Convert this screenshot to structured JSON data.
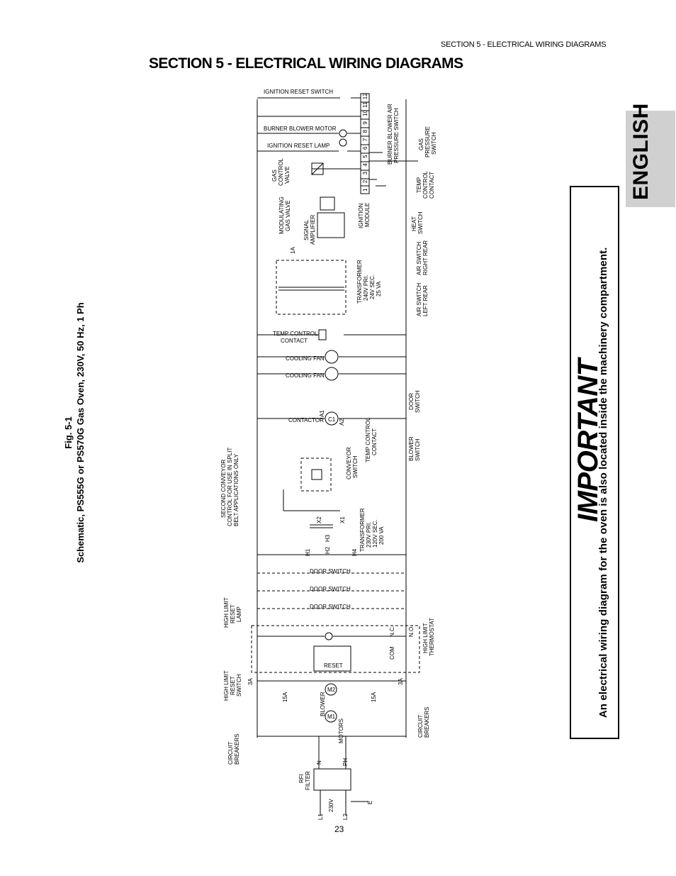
{
  "header": {
    "running_head": "SECTION 5 - ELECTRICAL WIRING DIAGRAMS",
    "title": "SECTION 5 - ELECTRICAL WIRING DIAGRAMS"
  },
  "figure": {
    "number": "Fig. 5-1",
    "caption": "Schematic, PS555G or PS570G Gas Oven, 230V, 50 Hz, 1 Ph"
  },
  "sidebar": {
    "tab_label": "ENGLISH",
    "important_title": "IMPORTANT",
    "important_text": "An electrical wiring diagram for the oven is also located inside the machinery compartment."
  },
  "diagram": {
    "labels": {
      "ignition_reset_switch": "IGNITION RESET SWITCH",
      "burner_blower_motor": "BURNER BLOWER MOTOR",
      "ignition_reset_lamp": "IGNITION RESET LAMP",
      "gas_control_valve_1": "GAS",
      "gas_control_valve_2": "CONTROL",
      "gas_control_valve_3": "VALVE",
      "modulating_gas_valve_1": "MODULATING",
      "modulating_gas_valve_2": "GAS VALVE",
      "signal_amplifier_1": "SIGNAL",
      "signal_amplifier_2": "AMPLIFIER",
      "ignition_module_1": "IGNITION",
      "ignition_module_2": "MODULE",
      "burner_air_switch_1": "BURNER BLOWER AIR",
      "burner_air_switch_2": "PRESSURE SWITCH",
      "gas_pressure_switch_1": "GAS",
      "gas_pressure_switch_2": "PRESSURE",
      "gas_pressure_switch_3": "SWITCH",
      "temp_control_contact_a_1": "TEMP",
      "temp_control_contact_a_2": "CONTROL",
      "temp_control_contact_a_3": "CONTACT",
      "heat_switch_1": "HEAT",
      "heat_switch_2": "SWITCH",
      "air_switch_right_1": "AIR SWITCH",
      "air_switch_right_2": "RIGHT REAR",
      "air_switch_left_1": "AIR SWITCH",
      "air_switch_left_2": "LEFT REAR",
      "transformer_24_1": "TRANSFORMER",
      "transformer_24_2": "240V PRI.",
      "transformer_24_3": "24V SEC.",
      "transformer_24_4": "25 VA",
      "temp_control_contact_b_1": "TEMP CONTROL",
      "temp_control_contact_b_2": "CONTACT",
      "cooling_fan_1": "COOLING FAN",
      "cooling_fan_2": "COOLING FAN",
      "door_switch_1": "DOOR",
      "door_switch_2": "SWITCH",
      "contactor": "CONTACTOR",
      "blower_switch_1": "BLOWER",
      "blower_switch_2": "SWITCH",
      "temp_control_contact_c_1": "TEMP CONTROL",
      "temp_control_contact_c_2": "CONTACT",
      "conveyor_switch_1": "CONVEYOR",
      "conveyor_switch_2": "SWITCH",
      "second_conveyor_1": "SECOND CONVEYOR",
      "second_conveyor_2": "CONTROL FOR USE IN SPLIT",
      "second_conveyor_3": "BELT APPLICATIONS ONLY",
      "transformer_120_1": "TRANSFORMER",
      "transformer_120_2": "230V PRI.",
      "transformer_120_3": "120V SEC.",
      "transformer_120_4": "200 VA",
      "door_switch_row_1": "DOOR SWITCH",
      "door_switch_row_2": "DOOR SWITCH",
      "door_switch_row_3": "DOOR SWITCH",
      "high_limit_lamp_1": "HIGH LIMIT",
      "high_limit_lamp_2": "RESET",
      "high_limit_lamp_3": "LAMP",
      "high_limit_thermostat_1": "HIGH LIMIT",
      "high_limit_thermostat_2": "THERMOSTAT",
      "reset": "RESET",
      "high_limit_reset_switch_1": "HIGH LIMIT",
      "high_limit_reset_switch_2": "RESET",
      "high_limit_reset_switch_3": "SWITCH",
      "blower_motors_1": "BLOWER",
      "blower_motors_2": "MOTORS",
      "circuit_breakers_left_1": "CIRCUIT",
      "circuit_breakers_left_2": "BREAKERS",
      "circuit_breakers_right_1": "CIRCUIT",
      "circuit_breakers_right_2": "BREAKERS",
      "rfi_filter_1": "RFI",
      "rfi_filter_2": "FILTER",
      "supply_voltage": "230V",
      "line_l1": "L1",
      "line_l2": "L2",
      "terminal_n": "N",
      "terminal_ph": "PH",
      "earth": "E",
      "no": "N.O.",
      "nc": "N.C.",
      "com": "COM",
      "amp_15a": "15A",
      "amp_3a": "3A",
      "amp_1a": "1A",
      "m1": "M1",
      "m2": "M2",
      "c1": "C1",
      "a1": "A1",
      "a2": "A2",
      "h1": "H1",
      "h2": "H2",
      "h3": "H3",
      "h4": "H4",
      "x1": "X1",
      "x2": "X2"
    },
    "terminal_numbers": [
      "1",
      "2",
      "3",
      "4",
      "5",
      "6",
      "7",
      "8",
      "9",
      "10",
      "11",
      "12"
    ]
  },
  "page": {
    "number": "23"
  }
}
